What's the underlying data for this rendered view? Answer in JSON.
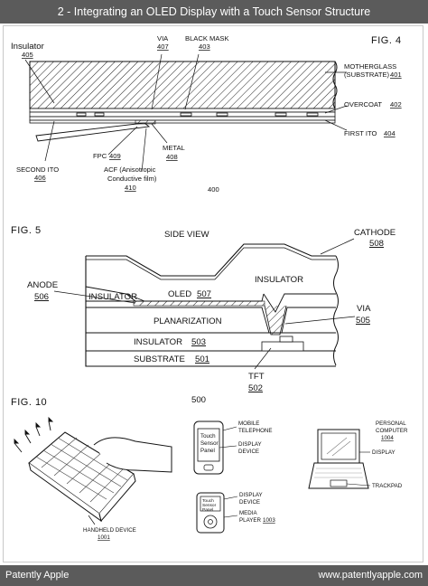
{
  "header": {
    "title": "2 - Integrating an OLED Display with a Touch Sensor Structure"
  },
  "footer": {
    "left": "Patently Apple",
    "right": "www.patentlyapple.com"
  },
  "fig4": {
    "label": "FIG. 4",
    "insulator": {
      "text": "Insulator",
      "num": "405"
    },
    "via": {
      "text": "VIA",
      "num": "407"
    },
    "black_mask": {
      "text": "BLACK MASK",
      "num": "403"
    },
    "motherglass": {
      "line1": "MOTHERGLASS",
      "line2": "(SUBSTRATE)",
      "num": "401"
    },
    "overcoat": {
      "text": "OVERCOAT",
      "num": "402"
    },
    "first_ito": {
      "text": "FIRST ITO",
      "num": "404"
    },
    "second_ito": {
      "text": "SECOND ITO",
      "num": "406"
    },
    "fpc": {
      "text": "FPC",
      "num": "409"
    },
    "metal": {
      "text": "METAL",
      "num": "408"
    },
    "acf": {
      "line1": "ACF (Anisotropic",
      "line2": "Conductive film)",
      "num": "410"
    },
    "ref": "400"
  },
  "fig5": {
    "label": "FIG. 5",
    "side_view": "SIDE VIEW",
    "cathode": {
      "text": "CATHODE",
      "num": "508"
    },
    "anode": {
      "text": "ANODE",
      "num": "506"
    },
    "insulator_left": "INSULATOR",
    "oled": {
      "text": "OLED",
      "num": "507"
    },
    "insulator_right": "INSULATOR",
    "planarization": "PLANARIZATION",
    "via": {
      "text": "VIA",
      "num": "505"
    },
    "insulator_bottom": {
      "text": "INSULATOR",
      "num": "503"
    },
    "substrate": {
      "text": "SUBSTRATE",
      "num": "501"
    },
    "tft": {
      "text": "TFT",
      "num": "502"
    },
    "ref": "500"
  },
  "fig10": {
    "label": "FIG. 10",
    "handheld": {
      "text": "HANDHELD DEVICE",
      "num": "1001"
    },
    "phone_screen": {
      "line1": "Touch",
      "line2": "Sensor",
      "line3": "Panel"
    },
    "mobile_telephone": {
      "line1": "MOBILE",
      "line2": "TELEPHONE"
    },
    "display_device_1": {
      "line1": "DISPLAY",
      "line2": "DEVICE"
    },
    "media_screen": {
      "line1": "Touch",
      "line2": "Sensor",
      "line3": "Panel"
    },
    "display_device_2": {
      "line1": "DISPLAY",
      "line2": "DEVICE"
    },
    "media_player": {
      "line1": "MEDIA",
      "line2": "PLAYER",
      "num": "1003"
    },
    "personal_computer": {
      "line1": "PERSONAL",
      "line2": "COMPUTER",
      "num": "1004"
    },
    "display": "DISPLAY",
    "trackpad": "TRACKPAD"
  }
}
